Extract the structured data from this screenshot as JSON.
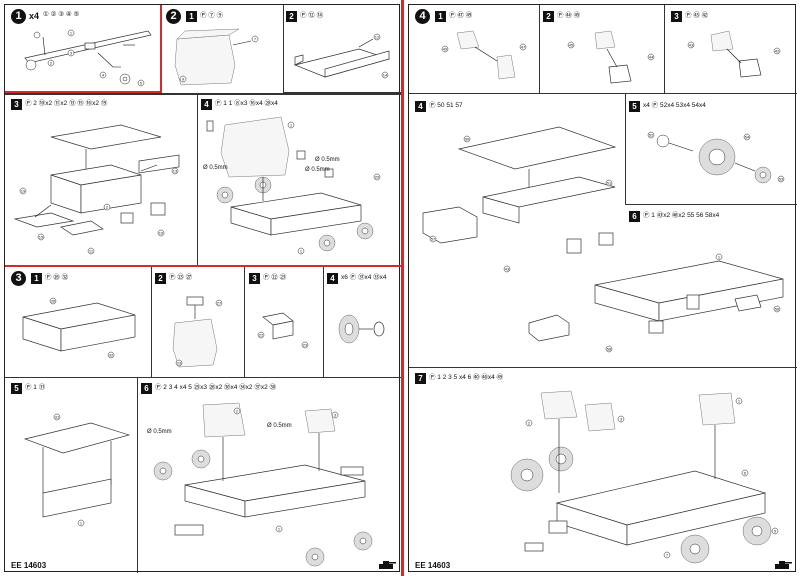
{
  "sheets": [
    {
      "code": "EE 14603",
      "sections": [
        {
          "number": "1",
          "multiplier": "x4",
          "parts": "① ② ③ ④ ⑤",
          "steps": []
        },
        {
          "number": "2",
          "steps": [
            {
              "badge": "1",
              "parts": "Ⓟ ⑦ ⑨"
            },
            {
              "badge": "2",
              "parts": "Ⓟ ⑫ ⑭"
            },
            {
              "badge": "3",
              "parts": "Ⓟ 2 ⑩x2 ⑪x2 ⑬ ⑮ ⑯x2 ⑲"
            },
            {
              "badge": "4",
              "parts": "Ⓟ 1 1 ⑧x3 ⑯x4 ⑳x4"
            }
          ]
        },
        {
          "number": "3",
          "steps": [
            {
              "badge": "1",
              "parts": "Ⓟ ㉖ ㉜"
            },
            {
              "badge": "2",
              "parts": "Ⓟ ㉓ ㉗"
            },
            {
              "badge": "3",
              "parts": "Ⓟ ㉒ ㉓"
            },
            {
              "badge": "4",
              "parts": "x6 Ⓟ ㉛x4 ㉝x4"
            },
            {
              "badge": "5",
              "parts": "Ⓟ 1 ㉛"
            },
            {
              "badge": "6",
              "parts": "Ⓟ 2 3 4 x4 5 ㉕x3 ㉖x2 ㉚x4 ㉞x2 ㊲x2 ㊳"
            }
          ]
        }
      ],
      "hole_labels": [
        "Ø 0.5mm",
        "Ø 0.5mm",
        "Ø 0.5mm",
        "Ø 0.5mm",
        "Ø 0.5mm"
      ]
    },
    {
      "code": "EE 14603",
      "sections": [
        {
          "number": "4",
          "steps": [
            {
              "badge": "1",
              "parts": "Ⓟ ㊼ ㊾"
            },
            {
              "badge": "2",
              "parts": "Ⓟ ㊹ ㊺"
            },
            {
              "badge": "3",
              "parts": "Ⓟ ㊸ ㊷"
            },
            {
              "badge": "4",
              "parts": "Ⓟ 50 51 57"
            },
            {
              "badge": "5",
              "parts": "x4 Ⓟ 52x4 53x4 54x4"
            },
            {
              "badge": "6",
              "parts": "Ⓟ 1 ㊸x2 ㊻x2 55 56 58x4"
            },
            {
              "badge": "7",
              "parts": "Ⓟ 1 2 3 5 x4 6 ㊵ ㊻x4 ㊾"
            }
          ]
        }
      ]
    }
  ],
  "icons": {
    "tank": "tank-icon"
  }
}
